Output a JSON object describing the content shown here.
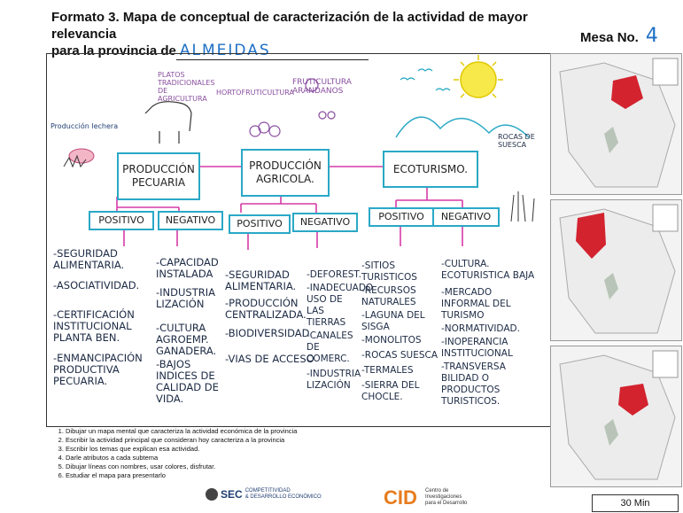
{
  "header": {
    "title_line1": "Formato 3. Mapa de conceptual de  caracterización de la actividad de mayor relevancia",
    "title_line2": "para la provincia de",
    "province": "ALMEIDAS",
    "mesa_label": "Mesa No.",
    "mesa_number": "4"
  },
  "map": {
    "decorations": {
      "ganaderia": "Producción lechera",
      "platos": "PLATOS\nTRADICIONALES\nDE\nAGRICULTURA",
      "hortofruticultura": "HORTOFRUTICULTURA",
      "fruticultura": "FRUTICULTURA\nARANDANOS",
      "rocas": "ROCAS DE\nSUESCA"
    },
    "main_nodes": [
      {
        "label": "PRODUCCIÓN\nPECUARIA"
      },
      {
        "label": "PRODUCCIÓN\nAGRICOLA."
      },
      {
        "label": "ECOTURISMO."
      }
    ],
    "sub_nodes": [
      {
        "label": "POSITIVO"
      },
      {
        "label": "NEGATIVO"
      },
      {
        "label": "POSITIVO"
      },
      {
        "label": "NEGATIVO"
      },
      {
        "label": "POSITIVO"
      },
      {
        "label": "NEGATIVO"
      }
    ],
    "columns": [
      {
        "items": [
          "-SEGURIDAD\nALIMENTARIA.",
          "-ASOCIATIVIDAD.",
          "-CERTIFICACIÓN\nINSTITUCIONAL\nPLANTA BEN.",
          "-ENMANCIPACIÓN\nPRODUCTIVA\nPECUARIA."
        ]
      },
      {
        "items": [
          "-CAPACIDAD\nINSTALADA",
          "-INDUSTRIA\nLIZACIÓN",
          "-CULTURA\nAGROEMP.\nGANADERA.",
          "-BAJOS\nINDICES DE\nCALIDAD DE\nVIDA."
        ]
      },
      {
        "items": [
          "-SEGURIDAD\nALIMENTARIA.",
          "-PRODUCCIÓN\nCENTRALIZADA.",
          "-BIODIVERSIDAD",
          "-VIAS DE ACCESO"
        ]
      },
      {
        "items": [
          "-DEFOREST.",
          "-INADECUADO\nUSO DE\nLAS\nTIERRAS",
          "-CANALES\nDE\nCOMERC.",
          "-INDUSTRIA\nLIZACIÓN"
        ]
      },
      {
        "items": [
          "-SITIOS\nTURISTICOS",
          "-RECURSOS\nNATURALES",
          "-LAGUNA DEL\nSISGA",
          "-MONOLITOS",
          "-ROCAS SUESCA",
          "-TERMALES",
          "-SIERRA DEL\nCHOCLE."
        ]
      },
      {
        "items": [
          "-CULTURA.\nECOTURISTICA BAJA",
          "-MERCADO\nINFORMAL DEL\nTURISMO",
          "-NORMATIVIDAD.",
          "-INOPERANCIA\nINSTITUCIONAL",
          "-TRANSVERSA\nBILIDAD O\nPRODUCTOS\nTURISTICOS."
        ]
      }
    ]
  },
  "instructions": [
    "Dibujar un mapa mental que caracteriza la actividad económica de la provincia",
    "Escribir la actividad principal que consideran hoy caracteriza a la provincia",
    "Escribir los temas que explican esa actividad.",
    "Darle atributos a cada subtema",
    "Dibujar líneas con nombres, usar colores, disfrutar.",
    "Estudiar el mapa para presentarlo"
  ],
  "footer": {
    "logo1": "SEC",
    "logo1_sub": "COMPETITIVIDAD\n& DESARROLLO ECONÓMICO",
    "logo2": "CID",
    "logo2_sub": "Centro de\nInvestigaciones\npara el Desarrollo",
    "time": "30  Min"
  },
  "colors": {
    "node_border": "#2aa8c6",
    "arrow": "#d63aa6",
    "region_highlight": "#d3232f",
    "text_blue": "#1e6fc5",
    "bullet": "#e8b400"
  }
}
